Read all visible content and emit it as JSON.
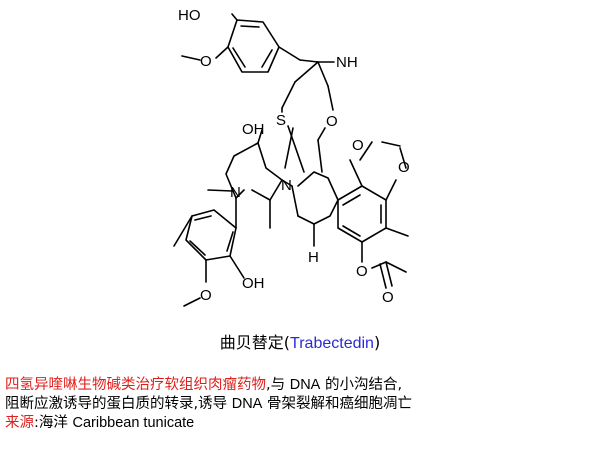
{
  "atoms": {
    "ho_top": "HO",
    "nh": "NH",
    "ome_top": "O",
    "s": "S",
    "o_ring": "O",
    "oh_mid": "OH",
    "n_main": "N",
    "n_bridge": "N",
    "ring_o1": "O",
    "ring_o2": "O",
    "o_acetoxy": "O",
    "o_carbonyl": "O",
    "h": "H",
    "oh_bottom": "OH",
    "ome_bottom": "O"
  },
  "caption": {
    "cn": "曲贝替定",
    "open": "(",
    "en": "Trabectedin",
    "close": ")",
    "en_color": "#2b2bd6"
  },
  "description": {
    "line1_red": "四氢异喹啉生物碱类治疗软组织肉瘤药物",
    "line1_rest1": ",与 ",
    "dna1": "DNA",
    "line1_rest2": " 的小沟结合,",
    "line2_part1": "阻断应激诱导的蛋白质的转录,诱导 ",
    "dna2": "DNA",
    "line2_part2": " 骨架裂解和癌细胞凋亡",
    "line3_label": "来源",
    "line3_colon": ":",
    "line3_cn": "海洋 ",
    "line3_en": "Caribbean tunicate",
    "highlight_color": "#e0201c"
  }
}
